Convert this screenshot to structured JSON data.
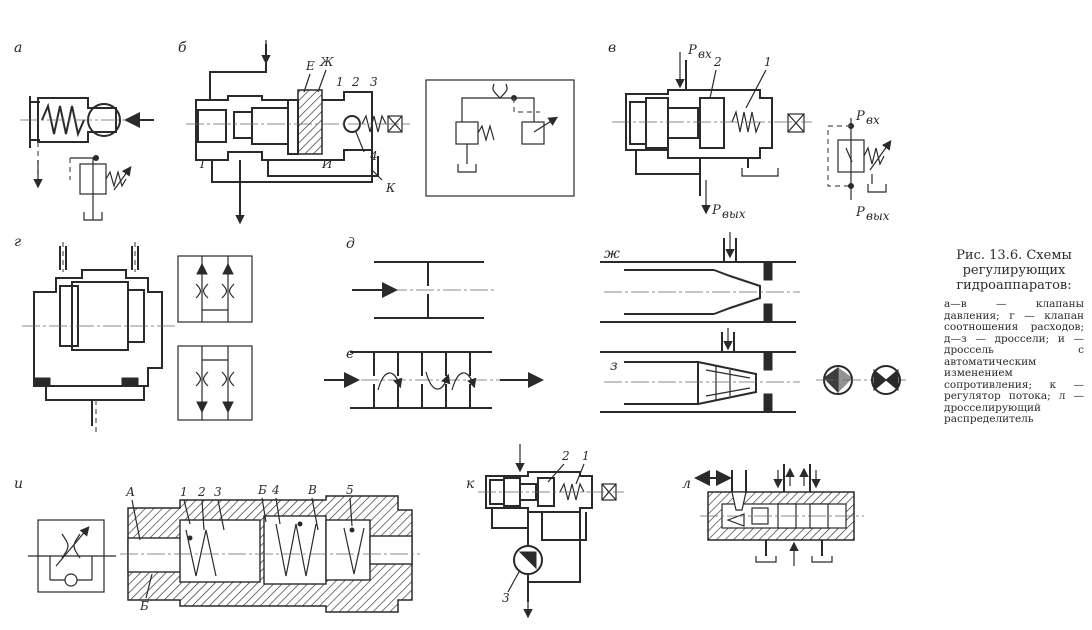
{
  "panels": {
    "a": "а",
    "b": "б",
    "v": "в",
    "g": "г",
    "d": "д",
    "e": "е",
    "zh": "ж",
    "z": "з",
    "i": "и",
    "k": "к",
    "l": "л"
  },
  "labels_b": [
    "Е",
    "Ж",
    "1",
    "2",
    "3",
    "Г",
    "И",
    "4",
    "К"
  ],
  "labels_v": [
    "2",
    "1"
  ],
  "labels_i": [
    "А",
    "1",
    "2",
    "3",
    "Б",
    "4",
    "В",
    "5",
    "Б"
  ],
  "labels_k": [
    "2",
    "1",
    "3"
  ],
  "pressure_labels": {
    "in_main": "P",
    "in_main_sub": "вх",
    "out_main": "P",
    "out_main_sub": "вых",
    "in_symbol": "P",
    "in_symbol_sub": "вх",
    "out_symbol": "P",
    "out_symbol_sub": "вых"
  },
  "caption": {
    "title": "Рис. 13.6. Схемы регулирующих гидроаппаратов:",
    "body": "а—в — клапаны давления; г — клапан соотношения расходов; д—з — дроссели; и — дроссель с автоматическим изменением сопротивления; к — регулятор потока; л — дросселирующий распределитель"
  }
}
